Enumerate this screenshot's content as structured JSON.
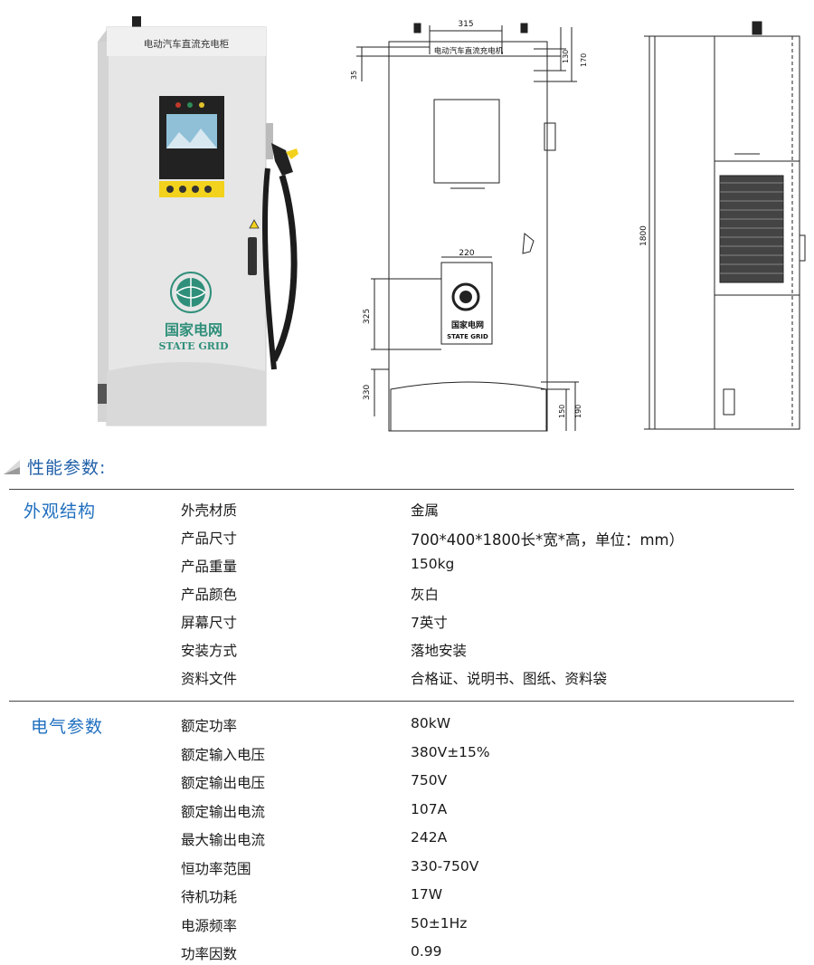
{
  "figures": {
    "cabinet_title": "电动汽车直流充电柜",
    "drawing_title": "电动汽车直流充电机",
    "brand_cn": "国家电网",
    "brand_en": "STATE GRID",
    "dim_315": "315",
    "dim_130": "130",
    "dim_170": "170",
    "dim_35": "35",
    "dim_220": "220",
    "dim_325": "325",
    "dim_330": "330",
    "dim_150": "150",
    "dim_190": "190",
    "dim_1800": "1800"
  },
  "section": {
    "title": "性能参数:"
  },
  "groups": [
    {
      "title": "外观结构",
      "rows": [
        {
          "label": "外壳材质",
          "value": "金属"
        },
        {
          "label": "产品尺寸",
          "value": "700*400*1800长*宽*高，单位：mm）"
        },
        {
          "label": "产品重量",
          "value": "150kg"
        },
        {
          "label": "产品颜色",
          "value": "灰白"
        },
        {
          "label": "屏幕尺寸",
          "value": "7英寸"
        },
        {
          "label": "安装方式",
          "value": "落地安装"
        },
        {
          "label": "资料文件",
          "value": "合格证、说明书、图纸、资料袋"
        }
      ]
    },
    {
      "title": "电气参数",
      "rows": [
        {
          "label": "额定功率",
          "value": "80kW"
        },
        {
          "label": "额定输入电压",
          "value": "380V±15%"
        },
        {
          "label": "额定输出电压",
          "value": "750V"
        },
        {
          "label": "额定输出电流",
          "value": "107A"
        },
        {
          "label": "最大输出电流",
          "value": "242A"
        },
        {
          "label": "恒功率范围",
          "value": "330-750V"
        },
        {
          "label": "待机功耗",
          "value": "17W"
        },
        {
          "label": "电源频率",
          "value": "50±1Hz"
        },
        {
          "label": "功率因数",
          "value": "0.99"
        }
      ]
    }
  ]
}
